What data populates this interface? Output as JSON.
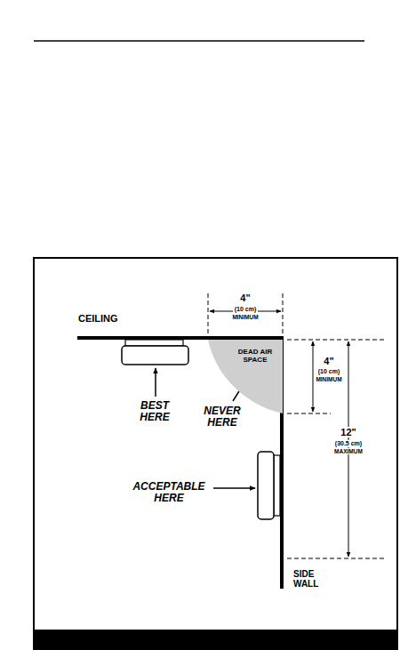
{
  "diagram": {
    "nodes": [
      {
        "text": [
          "DEAD AIR SPACE"
        ]
      }
    ],
    "labels": [
      "CEILING",
      "4\"",
      "(10 cm)",
      "MINIMUM",
      "4\"",
      "(10 cm)",
      "MINIMUM",
      "12\"",
      "(30.5 cm)",
      "MAXIMUM",
      "BEST HERE",
      "NEVER HERE",
      "ACCEPTABLE HERE",
      "SIDE WALL"
    ]
  }
}
